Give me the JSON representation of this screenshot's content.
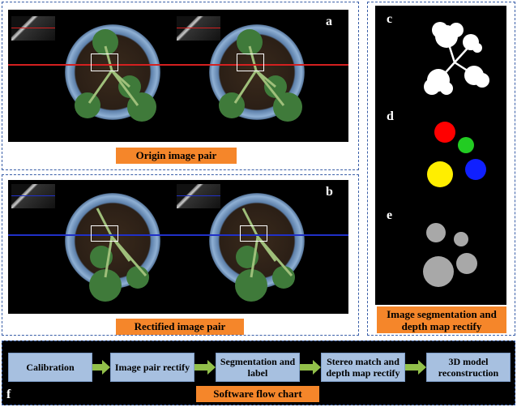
{
  "panels": {
    "a": {
      "letter": "a",
      "caption": "Origin image pair",
      "line_color": "#d42020"
    },
    "b": {
      "letter": "b",
      "caption": "Rectified image pair",
      "line_color": "#2030c8"
    },
    "c": {
      "letter": "c"
    },
    "d": {
      "letter": "d",
      "colors": [
        "#ff0000",
        "#22cc22",
        "#ffee00",
        "#1020ff"
      ]
    },
    "e": {
      "letter": "e",
      "gray": "#a8a8a8"
    },
    "right_caption": {
      "line1": "Image segmentation and",
      "line2": "depth map rectify"
    }
  },
  "flow": {
    "letter": "f",
    "steps": [
      "Calibration",
      "Image pair rectify",
      "Segmentation and label",
      "Stereo match and depth map rectify",
      "3D model reconstruction"
    ],
    "caption": "Software flow chart",
    "box_color": "#a7c0e0",
    "arrow_color": "#92c04a"
  },
  "colors": {
    "caption_bg": "#f5862a",
    "dash_border": "#3a5fa8"
  }
}
